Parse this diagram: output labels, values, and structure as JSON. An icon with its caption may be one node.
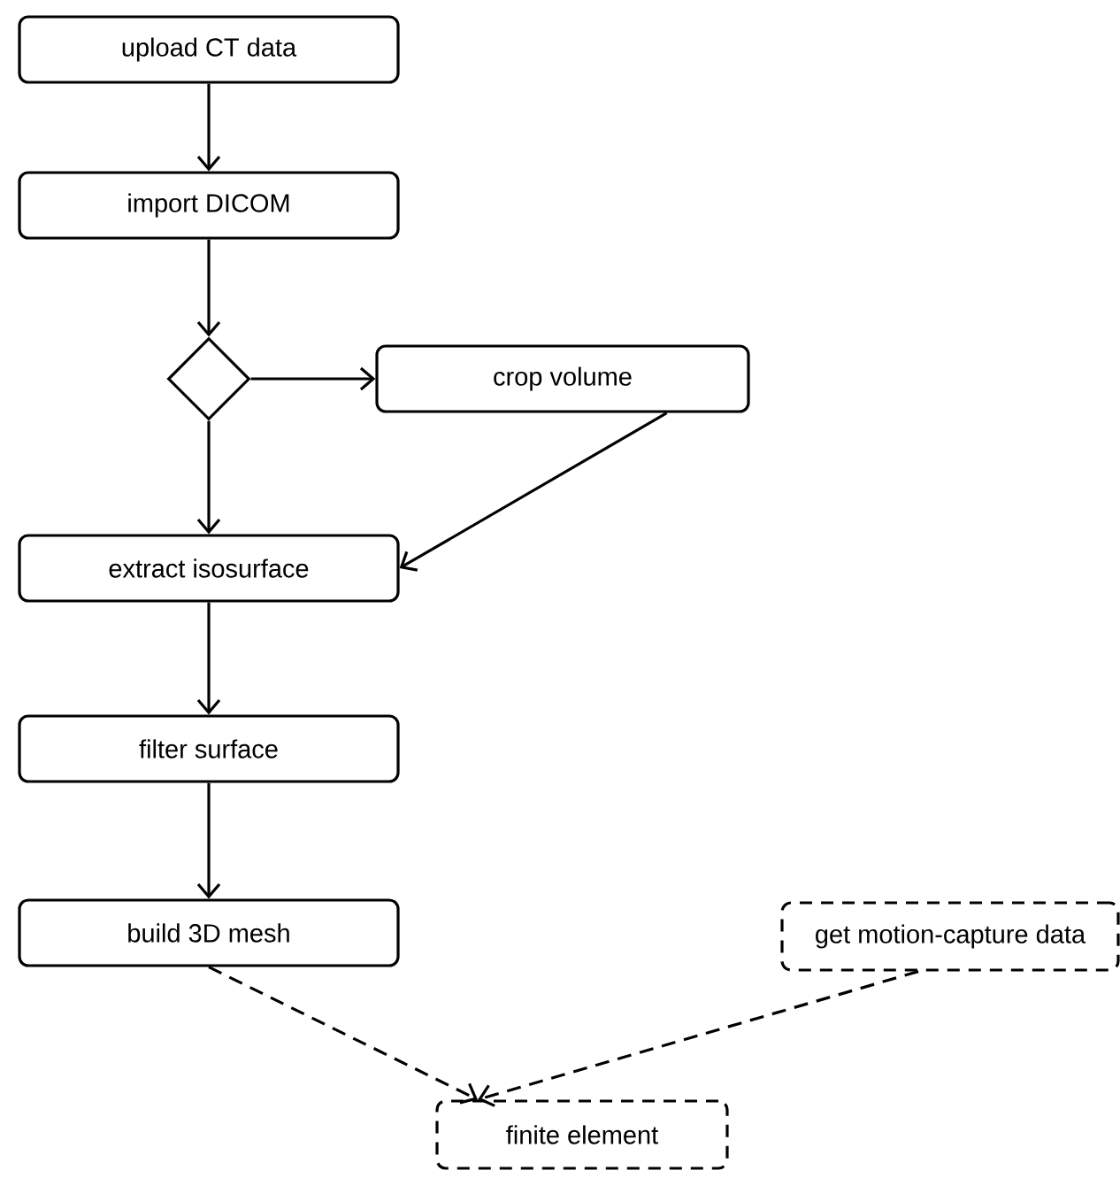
{
  "diagram": {
    "nodes": [
      {
        "text": [
          "upload CT data"
        ]
      },
      {
        "text": [
          "import DICOM"
        ]
      },
      {
        "text": [],
        "shape": "diamond"
      },
      {
        "text": [
          "crop volume"
        ]
      },
      {
        "text": [
          "extract isosurface"
        ]
      },
      {
        "text": [
          "filter surface"
        ]
      },
      {
        "text": [
          "build 3D mesh"
        ]
      },
      {
        "text": [
          "get motion-capture data"
        ]
      },
      {
        "text": [
          "finite  element"
        ]
      }
    ],
    "edges": [
      {
        "from": 0,
        "to": 1,
        "arrow": "to"
      },
      {
        "from": 1,
        "to": 2,
        "arrow": "to"
      },
      {
        "from": 2,
        "to": 3,
        "arrow": "to"
      },
      {
        "from": 2,
        "to": 4,
        "arrow": "to"
      },
      {
        "from": 3,
        "to": 4,
        "arrow": "to"
      },
      {
        "from": 4,
        "to": 5,
        "arrow": "to"
      },
      {
        "from": 5,
        "to": 6,
        "arrow": "to"
      },
      {
        "from": 6,
        "to": 8,
        "arrow": "to",
        "style": "dashed"
      },
      {
        "from": 7,
        "to": 8,
        "arrow": "to",
        "style": "dashed"
      }
    ]
  }
}
